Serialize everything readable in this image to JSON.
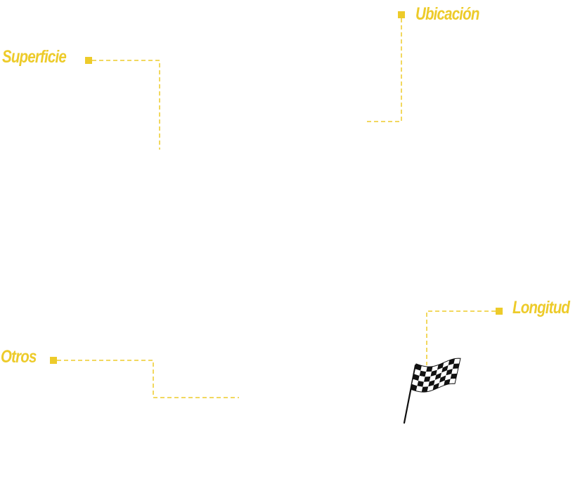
{
  "labels": {
    "superficie": "Superficie",
    "ubicacion": "Ubicación",
    "longitud": "Longitud",
    "otros": "Otros"
  },
  "colors": {
    "accent": "#EDCB2A",
    "flag_dark": "#111111",
    "flag_light": "#ffffff",
    "background": "#ffffff"
  },
  "icons": {
    "marker": "square-marker-icon",
    "finish": "checkered-flag-icon"
  }
}
